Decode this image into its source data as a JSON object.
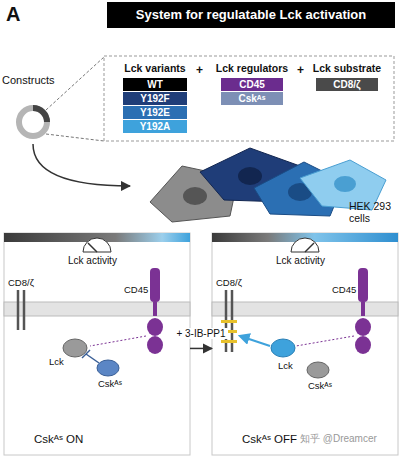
{
  "diagram": {
    "title": "System for regulatable Lck activation",
    "nodes": [
      {
        "text": [
          "Constructs"
        ]
      },
      {
        "text": [
          "Lck variants"
        ]
      },
      {
        "text": [
          "WT"
        ],
        "in": 1
      },
      {
        "text": [
          "Y192F"
        ],
        "in": 1
      },
      {
        "text": [
          "Y192E"
        ],
        "in": 1
      },
      {
        "text": [
          "Y192A"
        ],
        "in": 1
      },
      {
        "text": [
          "Lck regulators"
        ]
      },
      {
        "text": [
          "CD45"
        ],
        "in": 6
      },
      {
        "text": [
          "Cskᴬˢ"
        ],
        "in": 6
      },
      {
        "text": [
          "Lck substrate"
        ]
      },
      {
        "text": [
          "CD8/ζ"
        ],
        "in": 9
      },
      {
        "text": [
          "HEK 293 cells"
        ]
      },
      {
        "text": [
          "Cskᴬˢ ON"
        ]
      },
      {
        "text": [
          "Cskᴬˢ OFF"
        ]
      }
    ],
    "edges": [
      {
        "from": 0,
        "to": 11,
        "arrow": "to"
      },
      {
        "from": 12,
        "to": 13,
        "arrow": "to",
        "label": "+ 3-IB-PP1"
      }
    ],
    "labels": [
      "A",
      "+",
      "+",
      "Lck activity",
      "CD8/ζ",
      "CD45",
      "Lck",
      "Cskᴬˢ",
      "Lck activity",
      "CD8/ζ",
      "CD45",
      "Lck",
      "Cskᴬˢ",
      "知乎 @Dreamcer"
    ]
  }
}
